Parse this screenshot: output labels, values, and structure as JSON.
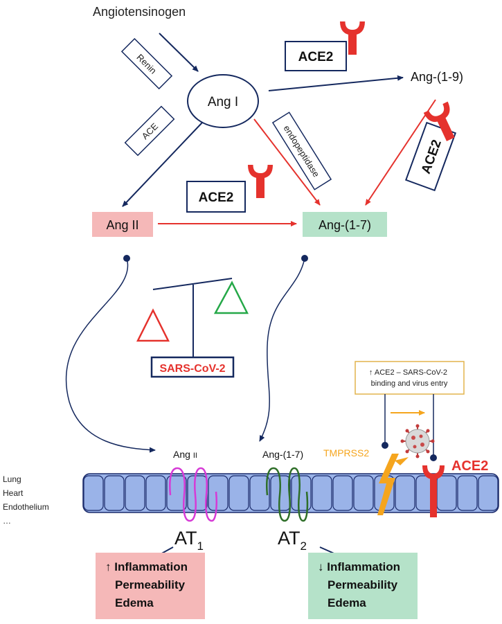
{
  "top_label": "Angiotensinogen",
  "nodes": {
    "ang1": "Ang I",
    "ang2": "Ang II",
    "ang19": "Ang-(1-9)",
    "ang17": "Ang-(1-7)"
  },
  "enzymes": {
    "renin": "Renin",
    "ace": "ACE",
    "endopeptidase": "endopeptidase",
    "ace2": "ACE2"
  },
  "balance_label": "SARS-CoV-2",
  "note": "↑ ACE2 – SARS-CoV-2 binding and virus entry",
  "membrane": {
    "ligand_left": "Ang",
    "ligand_left_sub": "II",
    "ligand_right": "Ang-(1-7)",
    "protease": "TMPRSS2",
    "receptor": "ACE2",
    "tissues": [
      "Lung",
      "Heart",
      "Endothelium",
      "…"
    ]
  },
  "receptors": {
    "at1": "AT",
    "at1_sub": "1",
    "at2": "AT",
    "at2_sub": "2"
  },
  "outcomes": {
    "left": {
      "line1": "↑ Inflammation",
      "line2": "Permeability",
      "line3": "Edema"
    },
    "right": {
      "line1": "↓ Inflammation",
      "line2": "Permeability",
      "line3": "Edema"
    }
  },
  "colors": {
    "navy": "#14285e",
    "red": "#e5322d",
    "ang2_fill": "#f5b8b8",
    "ang17_fill": "#b5e2c9",
    "membrane_cell": "#9ab3e8",
    "tmprss2": "#f5a51e",
    "at1_coil": "#d63ad6",
    "at2_coil": "#2e6e28",
    "balance_left": "#e5322d",
    "balance_right": "#25a848"
  },
  "icons": [
    "ace2-receptor-icon",
    "coronavirus-icon",
    "tmprss2-bolt-icon"
  ]
}
